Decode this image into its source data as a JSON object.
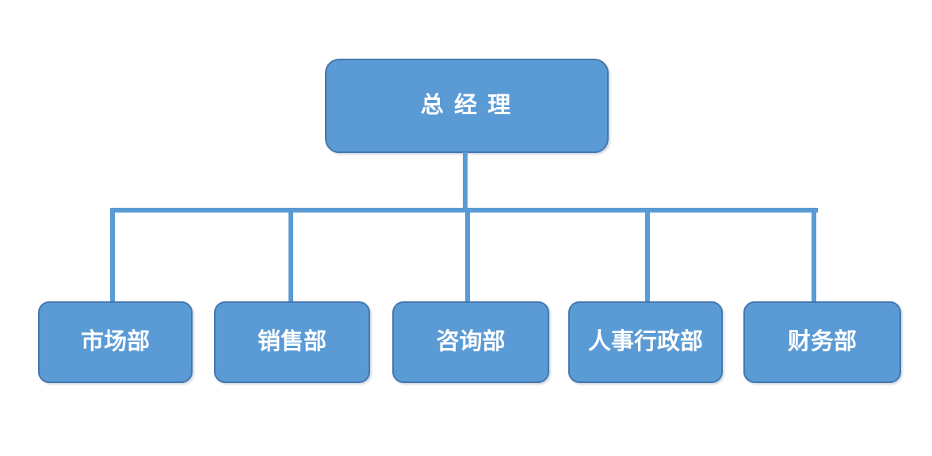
{
  "org_chart": {
    "type": "organization-chart",
    "root": {
      "label": "总 经 理"
    },
    "children": [
      {
        "label": "市场部"
      },
      {
        "label": "销售部"
      },
      {
        "label": "咨询部"
      },
      {
        "label": "人事行政部"
      },
      {
        "label": "财务部"
      }
    ],
    "colors": {
      "node_fill": "#5B9BD5",
      "node_border": "#4577AE",
      "connector": "#5B9BD5",
      "text": "#FFFFFF",
      "background": "#FFFFFF"
    }
  }
}
